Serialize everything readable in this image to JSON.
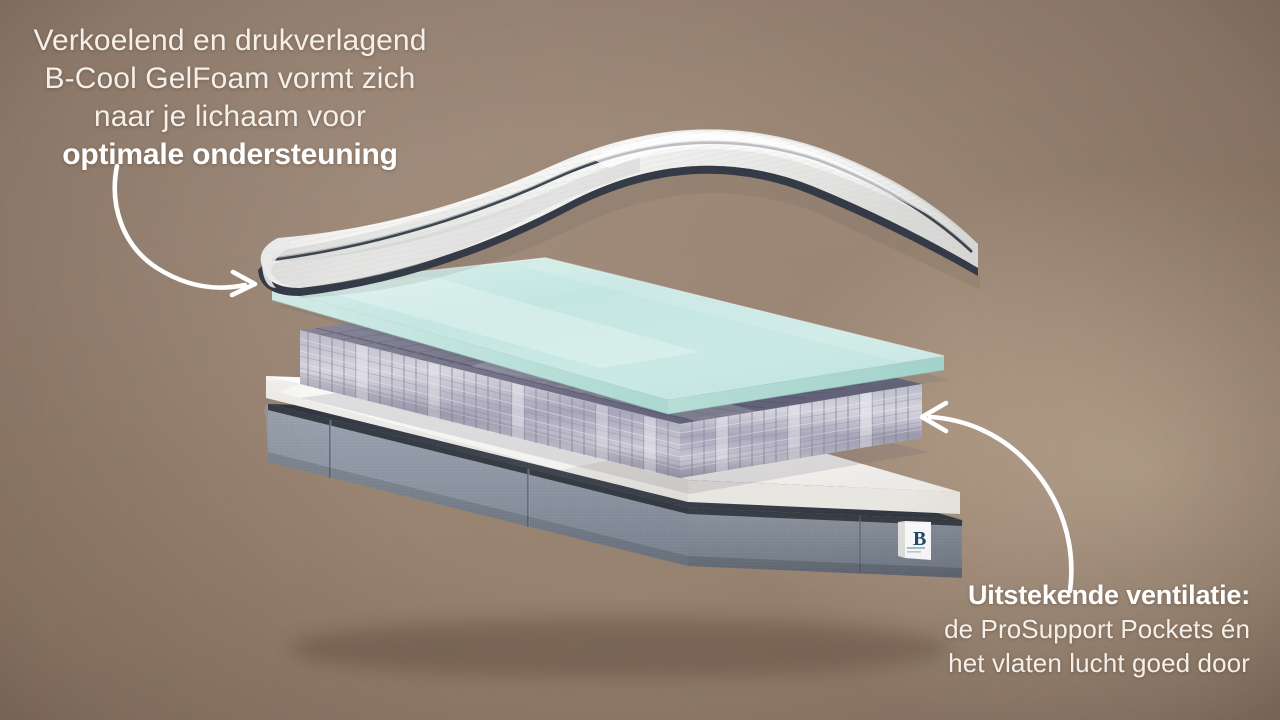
{
  "scene": {
    "background_color": "#9a8474",
    "product": "exploded-mattress-diagram"
  },
  "caption_left": {
    "name": "gelfoam-callout",
    "lines": [
      "Verkoelend en drukverlagend",
      "B-Cool GelFoam vormt zich",
      "naar je lichaam voor"
    ],
    "emphasis": "optimale ondersteuning",
    "text_color": "#f4efe9",
    "arrow": "curved-arrow-pointing-right-down"
  },
  "caption_right": {
    "name": "ventilation-callout",
    "emphasis": "Uitstekende ventilatie:",
    "lines": [
      "de ProSupport Pockets én",
      "het vlaten lucht goed door"
    ],
    "text_color": "#f4efe9",
    "arrow": "curved-arrow-pointing-left-up"
  },
  "layers": [
    {
      "id": "cover",
      "name": "quilted-top-cover",
      "description": "wavy white quilted mattress cover with dark navy piping",
      "color": "#f3f3f2",
      "trim_color": "#343b46"
    },
    {
      "id": "gelfoam",
      "name": "b-cool-gelfoam-layer",
      "description": "pale mint cooling gel foam slab",
      "color": "#cfe9e4",
      "edge_color": "#b9ddd7"
    },
    {
      "id": "pockets",
      "name": "prosupport-pocket-springs",
      "description": "grid of grey pocket spring cylinders",
      "color": "#b0aebd",
      "shadow_color": "#6d6c7c"
    },
    {
      "id": "foam-base",
      "name": "white-foam-base-layer",
      "description": "white support foam slab",
      "color": "#fbfbfa"
    },
    {
      "id": "box",
      "name": "fabric-base-box",
      "description": "grey-blue fabric covered base with dark top band",
      "color": "#8c96a3",
      "band_color": "#3d434c"
    }
  ],
  "brand_label": {
    "name": "brand-logo-label",
    "letter": "B",
    "logo_color": "#1d4a66",
    "tag_color": "#ffffff"
  }
}
